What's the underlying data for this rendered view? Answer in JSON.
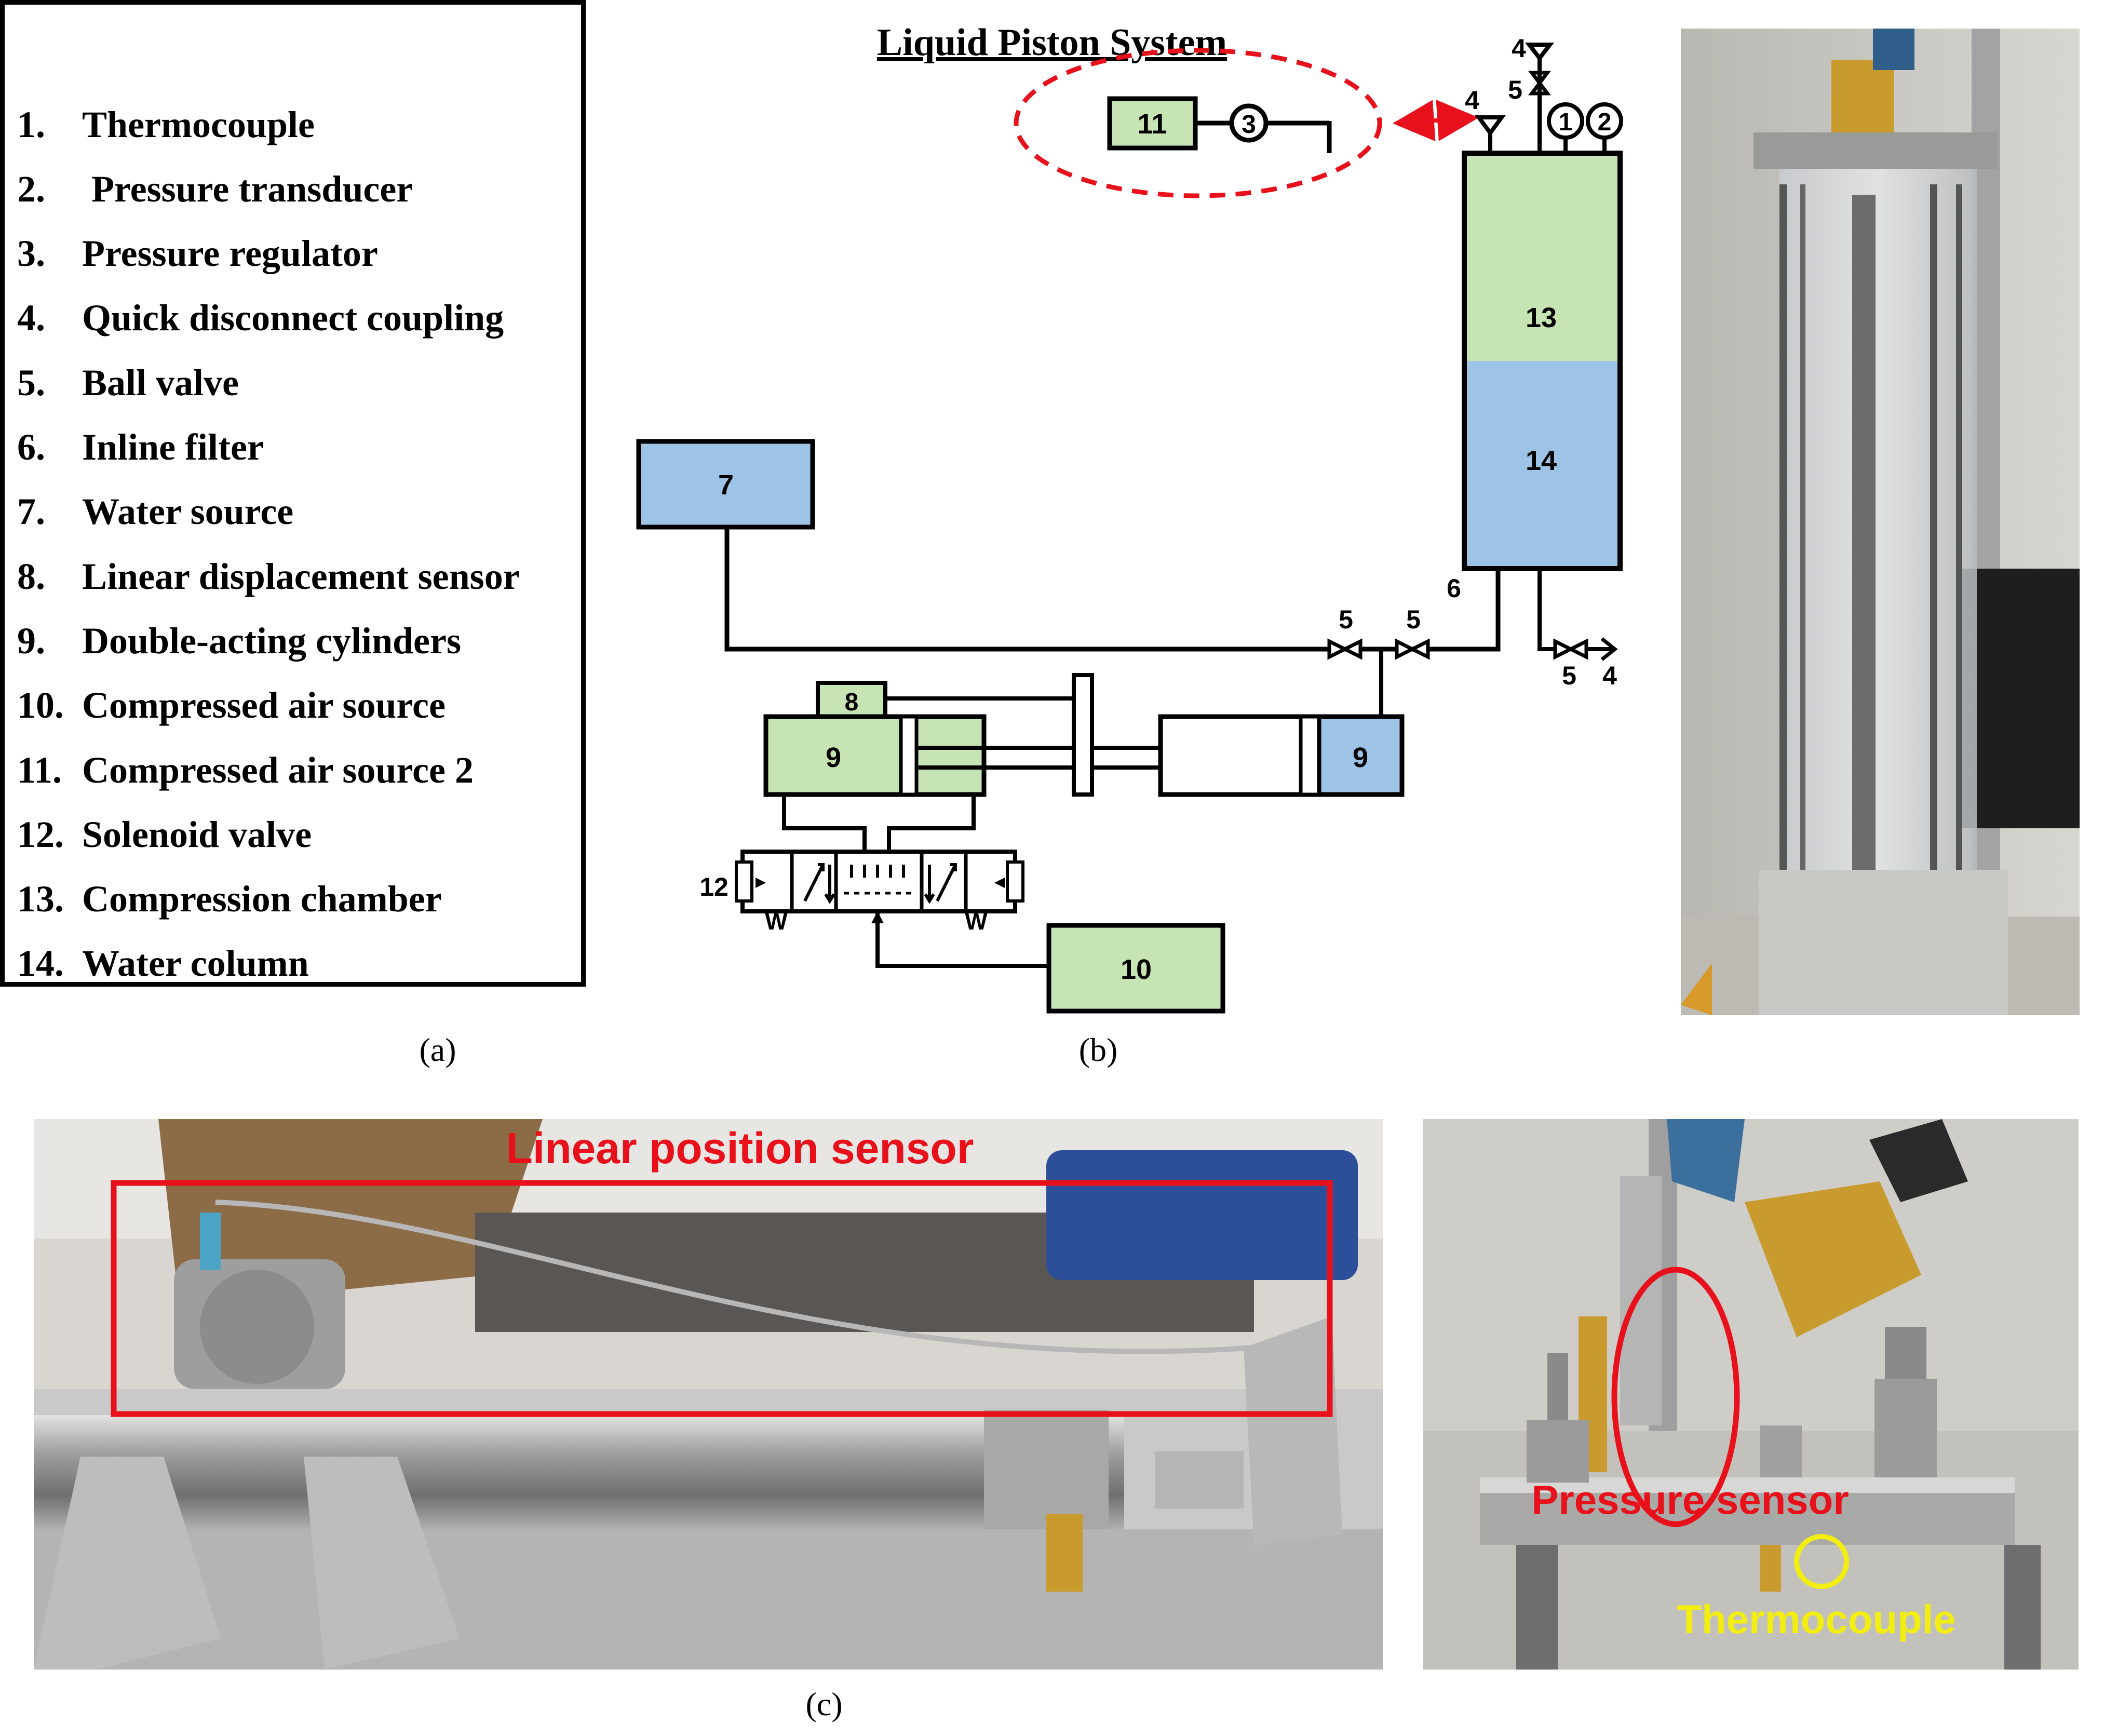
{
  "legend": {
    "title": "Liquid Piston System",
    "items": [
      {
        "num": "1.",
        "label": "Thermocouple"
      },
      {
        "num": "2.",
        "label": " Pressure transducer"
      },
      {
        "num": "3.",
        "label": "Pressure regulator"
      },
      {
        "num": "4.",
        "label": "Quick disconnect coupling"
      },
      {
        "num": "5.",
        "label": "Ball valve"
      },
      {
        "num": "6.",
        "label": "Inline filter"
      },
      {
        "num": "7.",
        "label": "Water source"
      },
      {
        "num": "8.",
        "label": "Linear displacement sensor"
      },
      {
        "num": "9.",
        "label": "Double-acting cylinders"
      },
      {
        "num": "10.",
        "label": "Compressed air source"
      },
      {
        "num": "11.",
        "label": "Compressed air source 2"
      },
      {
        "num": "12.",
        "label": "Solenoid valve"
      },
      {
        "num": "13.",
        "label": "Compression chamber"
      },
      {
        "num": "14.",
        "label": "Water column"
      }
    ]
  },
  "captions": {
    "a": "(a)",
    "b": "(b)",
    "c": "(c)"
  },
  "schematic": {
    "box_7": "7",
    "box_8": "8",
    "box_9_left": "9",
    "box_9_right": "9",
    "box_10": "10",
    "box_11": "11",
    "regulator": "3",
    "chamber_top": "13",
    "chamber_bottom": "14",
    "gauge_1": "1",
    "gauge_2": "2",
    "label_4_top": "4",
    "label_5_top": "5",
    "label_4_side": "4",
    "label_6": "6",
    "label_5_a": "5",
    "label_5_b": "5",
    "label_5_out": "5",
    "label_4_out": "4",
    "label_12": "12",
    "label_w_left": "W",
    "label_w_right": "W"
  },
  "photo_labels": {
    "linear_sensor": "Linear position sensor",
    "pressure_sensor": "Pressure sensor",
    "thermocouple": "Thermocouple"
  },
  "colors": {
    "green": "#c6e4b4",
    "blue": "#9dc3e6",
    "red": "#e8101a",
    "yellow": "#f2ee12"
  }
}
